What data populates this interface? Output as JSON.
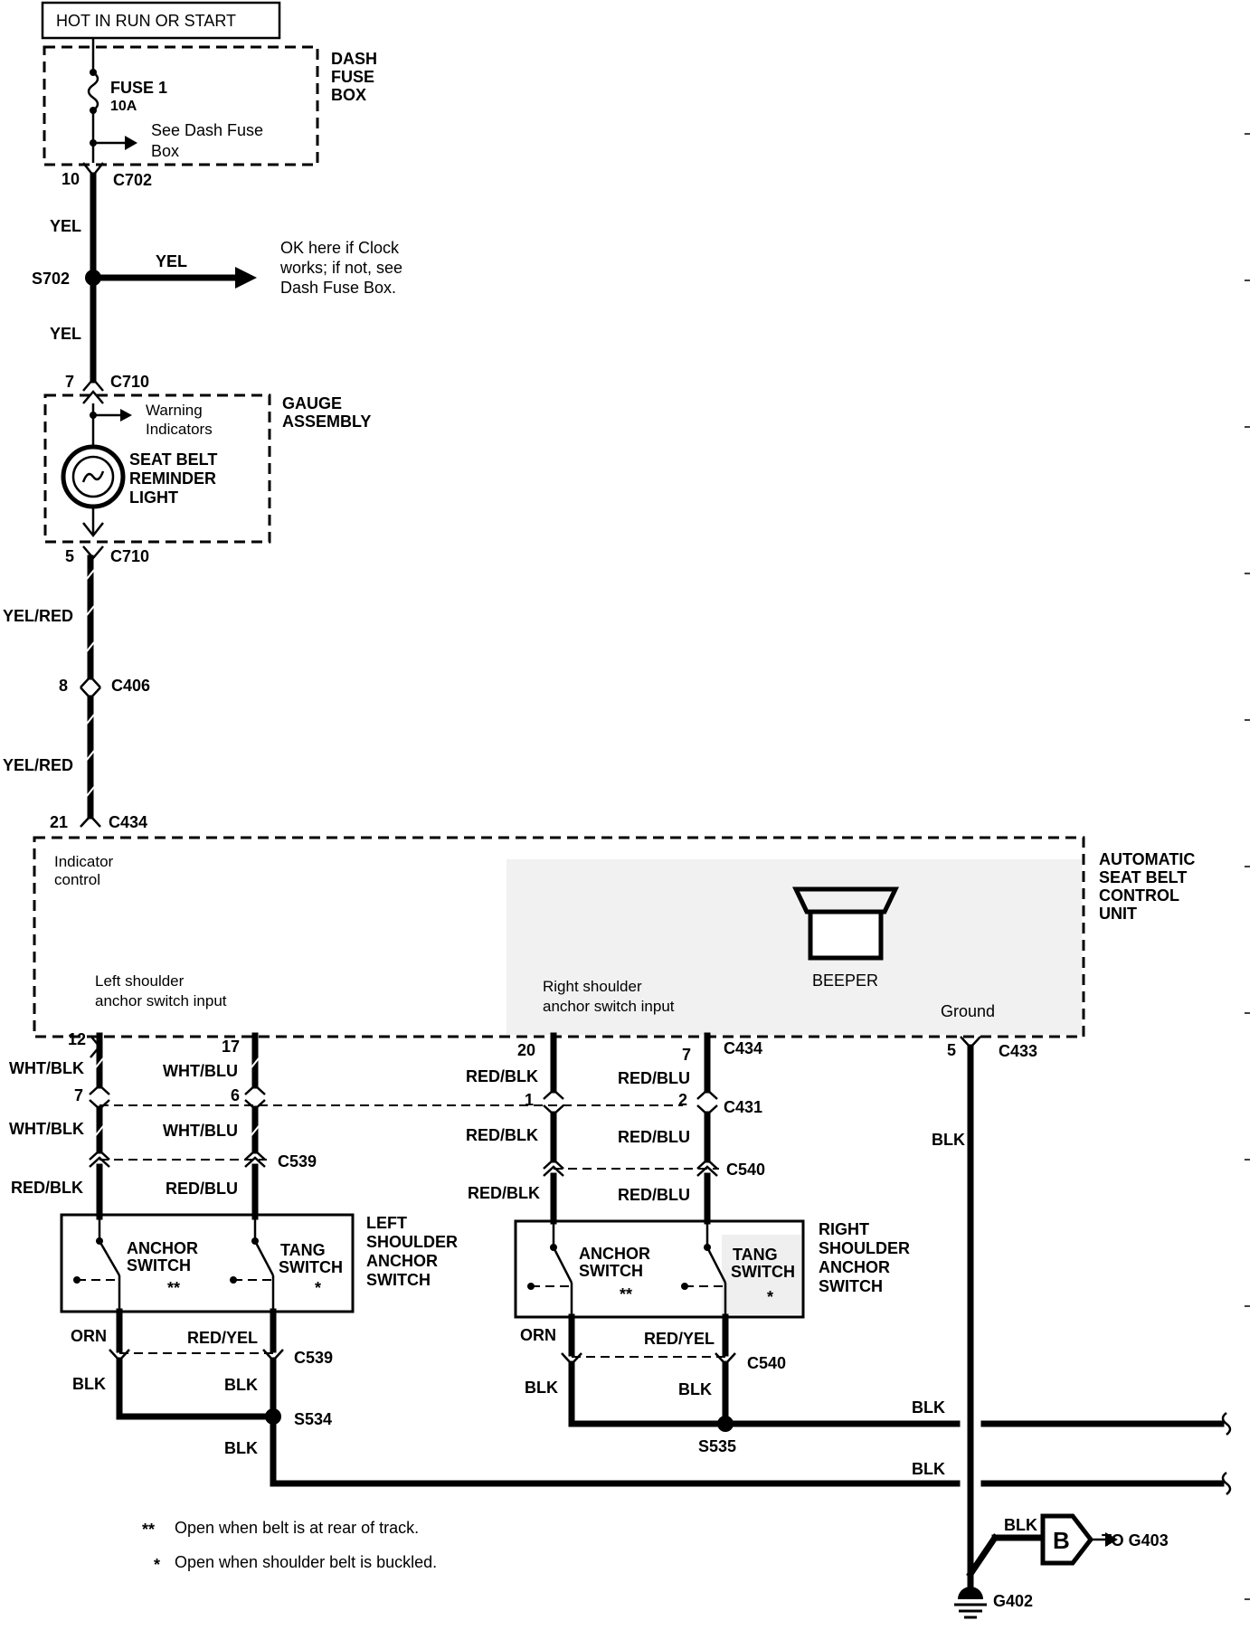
{
  "header": {
    "power_label": "HOT IN RUN OR START"
  },
  "dash_fuse_box": {
    "title_line1": "DASH",
    "title_line2": "FUSE",
    "title_line3": "BOX",
    "fuse_name": "FUSE 1",
    "fuse_rating": "10A",
    "ref_line1": "See Dash Fuse",
    "ref_line2": "Box"
  },
  "connectors": {
    "c702": "C702",
    "c702_pin": "10",
    "c710_top": "C710",
    "c710_top_pin": "7",
    "c710_bottom": "C710",
    "c710_bottom_pin": "5",
    "c406": "C406",
    "c406_pin": "8",
    "c434_top": "C434",
    "c434_top_pin": "21",
    "c434_right": "C434",
    "c431": "C431",
    "c433": "C433",
    "c433_pin": "5",
    "c539_upper": "C539",
    "c540_upper": "C540",
    "c539_lower": "C539",
    "c540_lower": "C540",
    "pin_12": "12",
    "pin_17": "17",
    "pin_20": "20",
    "pin_7_right": "7",
    "pin_7_left": "7",
    "pin_6": "6",
    "pin_1": "1",
    "pin_2": "2"
  },
  "splices": {
    "s702": "S702",
    "s534": "S534",
    "s535": "S535"
  },
  "wires": {
    "yel_1": "YEL",
    "yel_branch": "YEL",
    "yel_2": "YEL",
    "yel_red_1": "YEL/RED",
    "yel_red_2": "YEL/RED",
    "wht_blk_1": "WHT/BLK",
    "wht_blu_1": "WHT/BLU",
    "red_blk_1": "RED/BLK",
    "red_blu_1": "RED/BLU",
    "wht_blk_2": "WHT/BLK",
    "wht_blu_2": "WHT/BLU",
    "red_blk_2": "RED/BLK",
    "red_blu_2": "RED/BLU",
    "red_blk_3": "RED/BLK",
    "red_blu_3": "RED/BLU",
    "red_blk_4": "RED/BLK",
    "red_blu_4": "RED/BLU",
    "orn_left": "ORN",
    "red_yel_left": "RED/YEL",
    "orn_right": "ORN",
    "red_yel_right": "RED/YEL",
    "blk_1": "BLK",
    "blk_2": "BLK",
    "blk_3": "BLK",
    "blk_4": "BLK",
    "blk_5": "BLK",
    "blk_6": "BLK",
    "blk_7": "BLK",
    "blk_8": "BLK",
    "blk_9": "BLK"
  },
  "clock_note": {
    "line1": "OK here if Clock",
    "line2": "works; if not, see",
    "line3": "Dash Fuse Box."
  },
  "gauge_assembly": {
    "title_line1": "GAUGE",
    "title_line2": "ASSEMBLY",
    "branch_line1": "Warning",
    "branch_line2": "Indicators",
    "light_line1": "SEAT BELT",
    "light_line2": "REMINDER",
    "light_line3": "LIGHT"
  },
  "control_unit": {
    "title_line1": "AUTOMATIC",
    "title_line2": "SEAT BELT",
    "title_line3": "CONTROL",
    "title_line4": "UNIT",
    "indicator_line1": "Indicator",
    "indicator_line2": "control",
    "beeper": "BEEPER",
    "left_input_line1": "Left  shoulder",
    "left_input_line2": "anchor switch input",
    "right_input_line1": "Right shoulder",
    "right_input_line2": "anchor switch input",
    "ground": "Ground"
  },
  "left_switch": {
    "title_line1": "LEFT",
    "title_line2": "SHOULDER",
    "title_line3": "ANCHOR",
    "title_line4": "SWITCH",
    "anchor_line1": "ANCHOR",
    "anchor_line2": "SWITCH",
    "anchor_mark": "**",
    "tang_line1": "TANG",
    "tang_line2": "SWITCH",
    "tang_mark": "*"
  },
  "right_switch": {
    "title_line1": "RIGHT",
    "title_line2": "SHOULDER",
    "title_line3": "ANCHOR",
    "title_line4": "SWITCH",
    "anchor_line1": "ANCHOR",
    "anchor_line2": "SWITCH",
    "anchor_mark": "**",
    "tang_line1": "TANG",
    "tang_line2": "SWITCH",
    "tang_mark": "*"
  },
  "ground": {
    "g402": "G402",
    "ref_letter": "B",
    "to_g403": "TO G403"
  },
  "footnotes": {
    "mark_double": "**",
    "text_double": "Open when belt is at rear of track.",
    "mark_single": "*",
    "text_single": "Open when shoulder belt is buckled."
  }
}
